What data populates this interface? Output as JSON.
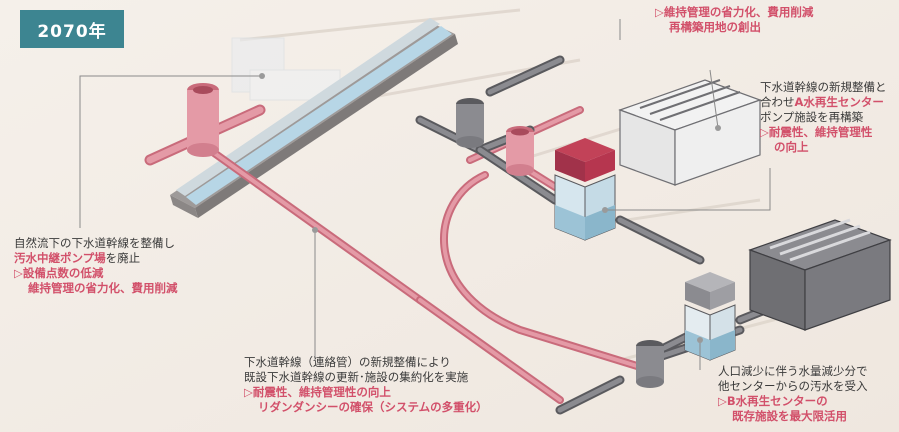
{
  "badge": {
    "year": "2070年"
  },
  "top_benefit": {
    "line1": "▷維持管理の省力化、費用削減",
    "line2": "再構築用地の創出"
  },
  "left_note": {
    "line1": "自然流下の下水道幹線を整備し",
    "highlight": "汚水中継ポンプ場",
    "line2_suffix": "を廃止",
    "benefit1": "▷設備点数の低減",
    "benefit2": "維持管理の省力化、費用削減"
  },
  "right_top_note": {
    "line1": "下水道幹線の新規整備と",
    "line2_prefix": "合わせ",
    "highlight": "A水再生センター",
    "line3": "ポンプ施設を再構築",
    "benefit1": "▷耐震性、維持管理性",
    "benefit2": "の向上"
  },
  "bottom_center_note": {
    "line1": "下水道幹線（連絡管）の新規整備により",
    "line2": "既設下水道幹線の更新･施設の集約化を実施",
    "benefit1": "▷耐震性、維持管理性の向上",
    "benefit2": "リダンダンシーの確保（システムの多重化）"
  },
  "bottom_right_note": {
    "line1": "人口減少に伴う水量減少分で",
    "line2": "他センターからの汚水を受入",
    "benefit1": "▷B水再生センターの",
    "benefit2": "既存施設を最大限活用"
  },
  "colors": {
    "pipe_pink": "#e49aa6",
    "pipe_dark": "#c96b7b",
    "channel_blue": "#b7d6e6",
    "accent_red": "#b6364f",
    "teal": "#3d8591",
    "building_gray": "#6f6f73"
  }
}
